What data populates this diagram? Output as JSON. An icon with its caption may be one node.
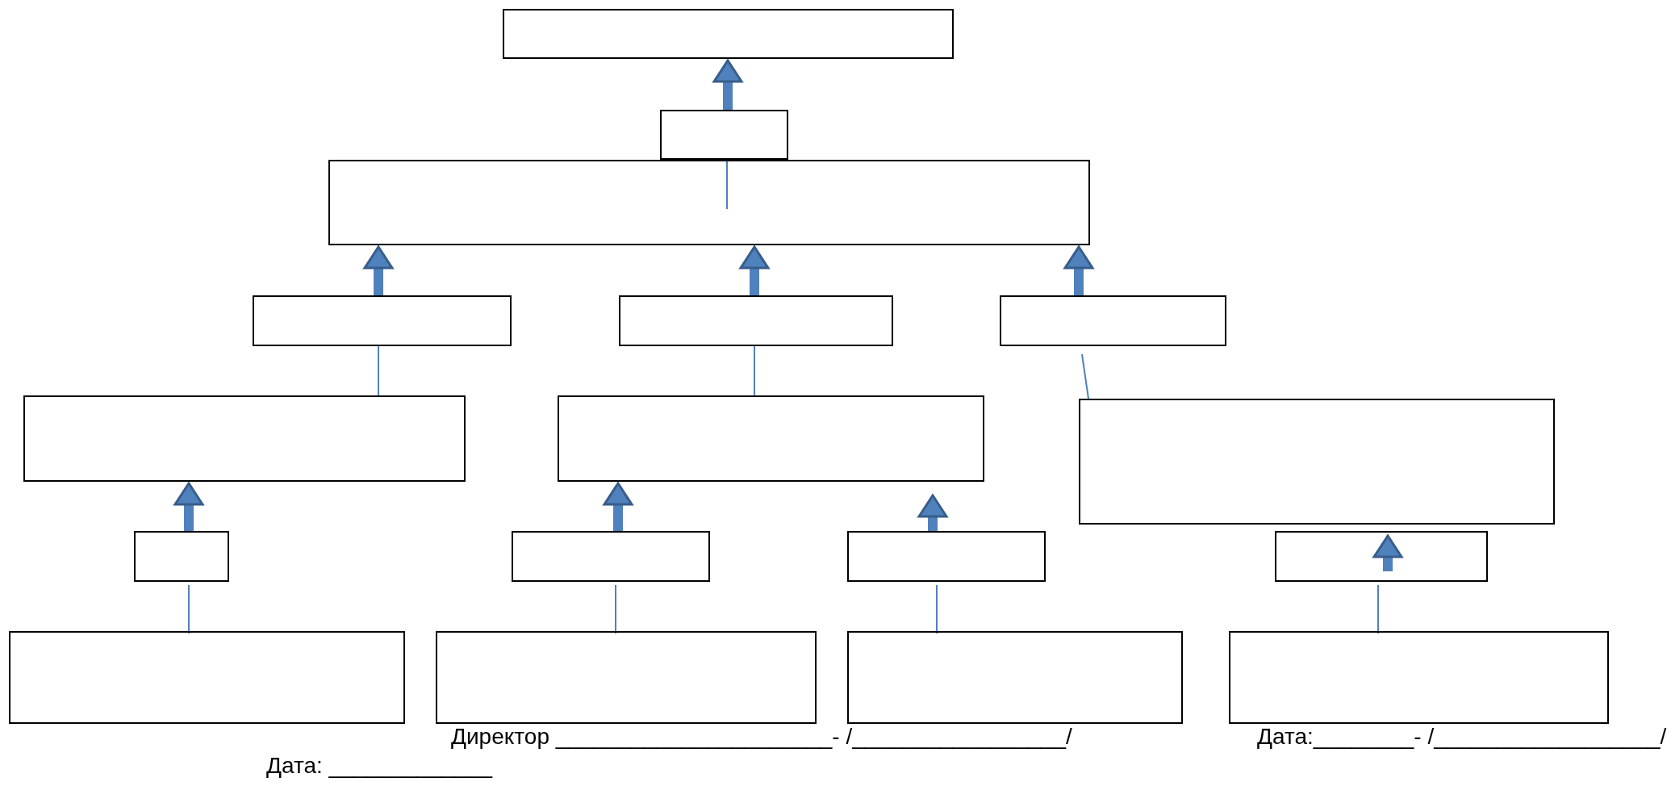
{
  "diagram": {
    "nodes": [
      {
        "text": [],
        "shape": "box"
      },
      {
        "text": [],
        "shape": "box"
      },
      {
        "text": [],
        "shape": "box"
      },
      {
        "text": [],
        "shape": "box"
      },
      {
        "text": [],
        "shape": "box"
      },
      {
        "text": [],
        "shape": "box"
      },
      {
        "text": [],
        "shape": "box"
      },
      {
        "text": [],
        "shape": "box"
      },
      {
        "text": [],
        "shape": "box"
      },
      {
        "text": [],
        "shape": "box"
      },
      {
        "text": [],
        "shape": "box"
      },
      {
        "text": [],
        "shape": "box"
      },
      {
        "text": [],
        "shape": "box"
      },
      {
        "text": [],
        "shape": "box"
      },
      {
        "text": [],
        "shape": "box"
      },
      {
        "text": [],
        "shape": "box"
      },
      {
        "text": [],
        "shape": "box"
      }
    ],
    "edges": [
      {
        "from": 1,
        "to": 0,
        "arrow": "to",
        "style": "thick"
      },
      {
        "from": 3,
        "to": 2,
        "arrow": "to",
        "style": "thick"
      },
      {
        "from": 4,
        "to": 2,
        "arrow": "to",
        "style": "thick"
      },
      {
        "from": 5,
        "to": 2,
        "arrow": "to",
        "style": "thick"
      },
      {
        "from": 6,
        "to": 3,
        "arrow": "none"
      },
      {
        "from": 7,
        "to": 4,
        "arrow": "none"
      },
      {
        "from": 8,
        "to": 5,
        "arrow": "none"
      },
      {
        "from": 9,
        "to": 6,
        "arrow": "to",
        "style": "thick"
      },
      {
        "from": 10,
        "to": 7,
        "arrow": "to",
        "style": "thick"
      },
      {
        "from": 11,
        "to": 7,
        "arrow": "to",
        "style": "thick"
      },
      {
        "from": 12,
        "to": 8,
        "arrow": "to",
        "style": "thick"
      },
      {
        "from": 13,
        "to": 9,
        "arrow": "none"
      },
      {
        "from": 14,
        "to": 10,
        "arrow": "none"
      },
      {
        "from": 15,
        "to": 11,
        "arrow": "none"
      },
      {
        "from": 16,
        "to": 12,
        "arrow": "none"
      },
      {
        "from": 2,
        "to": 1,
        "arrow": "none"
      }
    ],
    "labels": [
      "Директор ______________________- /_________________/",
      "Дата:________- /__________________/",
      "Дата: _____________"
    ]
  }
}
